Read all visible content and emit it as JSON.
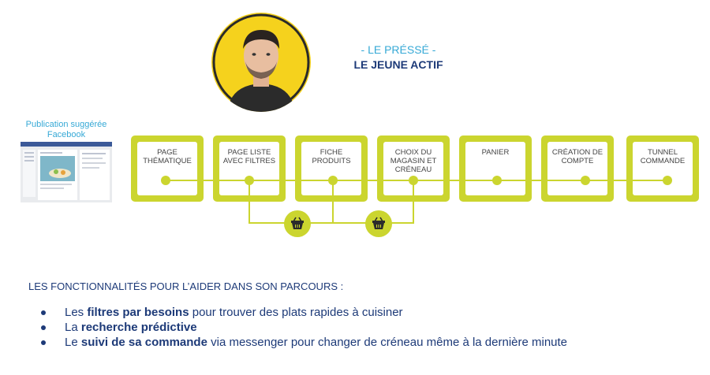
{
  "persona": {
    "tag": "- LE PRÉSSÉ -",
    "title": "LE JEUNE ACTIF"
  },
  "facebook": {
    "caption": "Publication suggérée Facebook"
  },
  "steps": [
    {
      "label": "PAGE THÉMATIQUE"
    },
    {
      "label": "PAGE LISTE AVEC FILTRES"
    },
    {
      "label": "FICHE PRODUITS"
    },
    {
      "label": "CHOIX DU MAGASIN ET CRÉNEAU"
    },
    {
      "label": "PANIER"
    },
    {
      "label": "CRÉATION DE COMPTE"
    },
    {
      "label": "TUNNEL COMMANDE"
    }
  ],
  "basket_icon": "basket-icon",
  "colors": {
    "accent": "#cbd52f",
    "navy": "#1d3a78",
    "lightblue": "#36a9d6"
  },
  "features": {
    "title": "LES FONCTIONNALITÉS POUR L’AIDER DANS SON PARCOURS :",
    "items": [
      {
        "pre": "Les ",
        "bold": "filtres par besoins",
        "post": " pour trouver des plats rapides à cuisiner"
      },
      {
        "pre": "La ",
        "bold": "recherche prédictive",
        "post": ""
      },
      {
        "pre": "Le ",
        "bold": "suivi de sa commande",
        "post": " via messenger pour changer de créneau même à la dernière minute"
      }
    ]
  }
}
